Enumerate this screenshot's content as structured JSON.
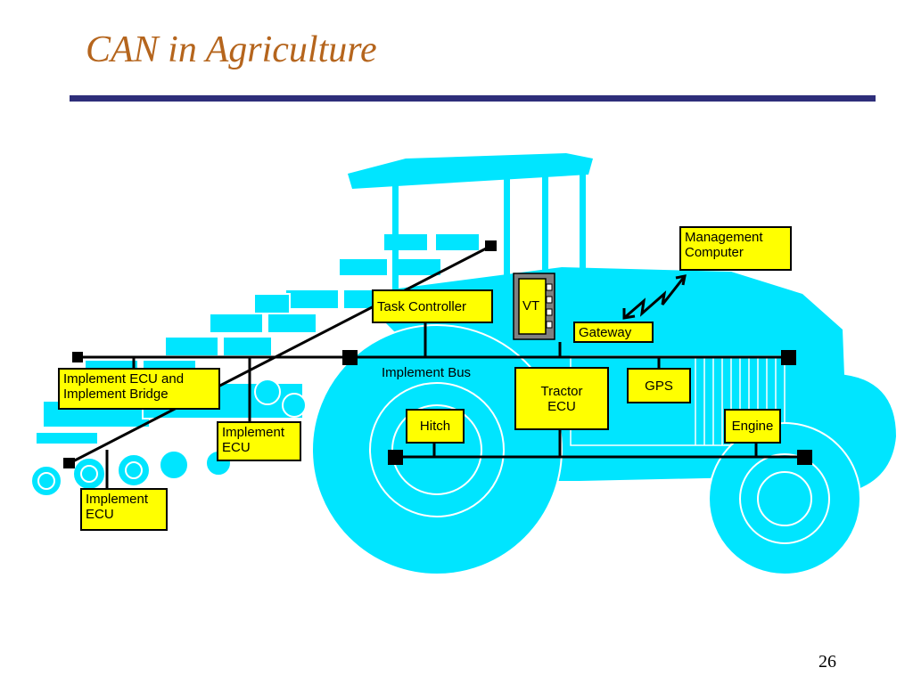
{
  "slide": {
    "title": "CAN in Agriculture",
    "page_number": "26"
  },
  "diagram": {
    "bus_label": "Implement Bus",
    "vt_label": "VT",
    "nodes": {
      "management_computer": [
        "Management",
        "Computer"
      ],
      "task_controller": "Task Controller",
      "gateway": "Gateway",
      "implement_ecu_bridge": [
        "Implement ECU and",
        "Implement Bridge"
      ],
      "implement_ecu_1": [
        "Implement",
        "ECU"
      ],
      "implement_ecu_2": [
        "Implement",
        "ECU"
      ],
      "tractor_ecu": [
        "Tractor",
        "ECU"
      ],
      "gps": "GPS",
      "hitch": "Hitch",
      "engine": "Engine"
    },
    "colors": {
      "tractor": "#00e5ff",
      "node_fill": "#ffff00",
      "bus_line": "#000000",
      "title": "#b5651d",
      "rule": "#2e2e7a"
    }
  }
}
